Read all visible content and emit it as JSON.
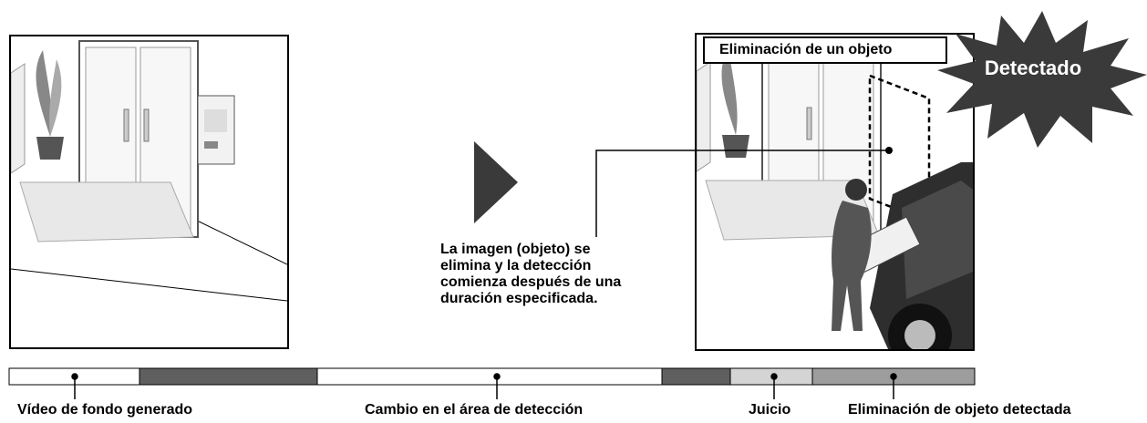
{
  "description": "La imagen (objeto) se elimina y la detección comienza después de una duración especificada.",
  "description_lines": [
    "La imagen (objeto) se",
    "elimina y la detección",
    "comienza después de una",
    "duración especificada."
  ],
  "alert": {
    "title": "Eliminación de un objeto",
    "status": "Detectado"
  },
  "timeline": {
    "segments": [
      {
        "color": "#ffffff"
      },
      {
        "color": "#5f5f5f"
      },
      {
        "color": "#ffffff"
      },
      {
        "color": "#5f5f5f"
      },
      {
        "color": "#d4d4d4"
      },
      {
        "color": "#9d9d9d"
      }
    ],
    "labels": [
      "Vídeo de fondo generado",
      "Cambio en el área de detección",
      "Juicio",
      "Eliminación de objeto detectada"
    ]
  },
  "colors": {
    "dark_segment": "#5f5f5f",
    "light_segment": "#d4d4d4",
    "mid_segment": "#9d9d9d",
    "starburst": "#3a3a3a"
  }
}
